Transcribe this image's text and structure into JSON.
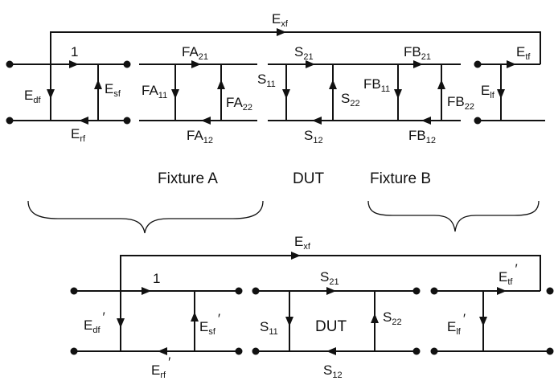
{
  "top": {
    "exf": {
      "main": "E",
      "sub": "xf"
    },
    "unity": "1",
    "edf": {
      "main": "E",
      "sub": "df"
    },
    "esf": {
      "main": "E",
      "sub": "sf"
    },
    "erf": {
      "main": "E",
      "sub": "rf"
    },
    "fa21": {
      "main": "FA",
      "sub": "21"
    },
    "fa11": {
      "main": "FA",
      "sub": "11"
    },
    "fa22": {
      "main": "FA",
      "sub": "22"
    },
    "fa12": {
      "main": "FA",
      "sub": "12"
    },
    "s21": {
      "main": "S",
      "sub": "21"
    },
    "s11": {
      "main": "S",
      "sub": "11"
    },
    "s22": {
      "main": "S",
      "sub": "22"
    },
    "s12": {
      "main": "S",
      "sub": "12"
    },
    "fb21": {
      "main": "FB",
      "sub": "21"
    },
    "fb11": {
      "main": "FB",
      "sub": "11"
    },
    "fb22": {
      "main": "FB",
      "sub": "22"
    },
    "fb12": {
      "main": "FB",
      "sub": "12"
    },
    "etf": {
      "main": "E",
      "sub": "tf"
    },
    "elf": {
      "main": "E",
      "sub": "lf"
    }
  },
  "captions": {
    "fixture_a": "Fixture A",
    "dut": "DUT",
    "fixture_b": "Fixture B"
  },
  "bottom": {
    "exf": {
      "main": "E",
      "sub": "xf"
    },
    "unity": "1",
    "edf": {
      "main": "E",
      "sub": "df",
      "prime": "′"
    },
    "esf": {
      "main": "E",
      "sub": "sf",
      "prime": "′"
    },
    "erf": {
      "main": "E",
      "sub": "rf",
      "prime": "′"
    },
    "s21": {
      "main": "S",
      "sub": "21"
    },
    "s11": {
      "main": "S",
      "sub": "11"
    },
    "s22": {
      "main": "S",
      "sub": "22"
    },
    "s12": {
      "main": "S",
      "sub": "12"
    },
    "dut": "DUT",
    "etf": {
      "main": "E",
      "sub": "tf",
      "prime": "′"
    },
    "elf": {
      "main": "E",
      "sub": "lf",
      "prime": "′"
    }
  }
}
